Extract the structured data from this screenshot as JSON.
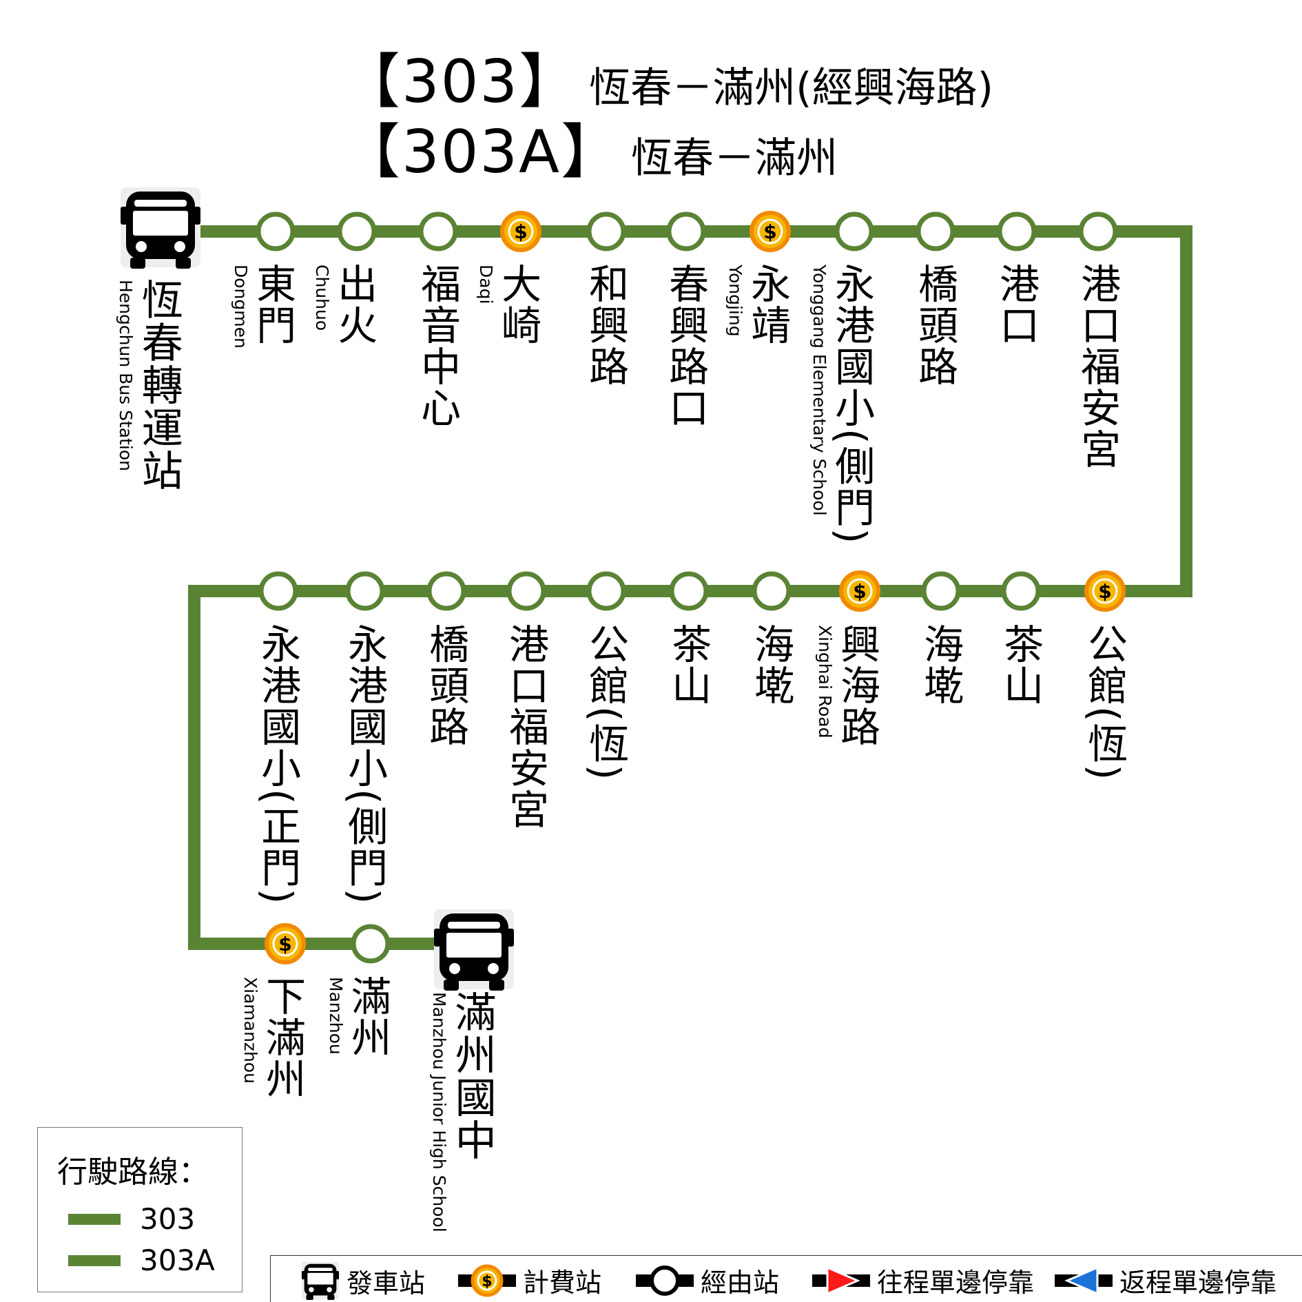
{
  "title": {
    "line1_route": "【303】",
    "line1_name": "恆春－滿州(經興海路)",
    "line2_route": "【303A】",
    "line2_name": "恆春－滿州"
  },
  "colors": {
    "route_line": "#5a8334",
    "fare_stop_fill": "#f7b500",
    "fare_stop_ring": "#f08a00",
    "stop_ring": "#5a8334"
  },
  "row1_stops": [
    {
      "zh": "恆春轉運站",
      "en": "Hengchun Bus Station",
      "type": "terminal"
    },
    {
      "zh": "東門",
      "en": "Dongmen",
      "type": "stop"
    },
    {
      "zh": "出火",
      "en": "Chuhuo",
      "type": "stop"
    },
    {
      "zh": "福音中心",
      "en": "",
      "type": "stop"
    },
    {
      "zh": "大崎",
      "en": "Daqi",
      "type": "fare"
    },
    {
      "zh": "和興路",
      "en": "",
      "type": "stop"
    },
    {
      "zh": "春興路口",
      "en": "",
      "type": "stop"
    },
    {
      "zh": "永靖",
      "en": "Yongjing",
      "type": "fare"
    },
    {
      "zh": "永港國小(側門)",
      "en": "Yonggang Elementary School",
      "type": "stop"
    },
    {
      "zh": "橋頭路",
      "en": "",
      "type": "stop"
    },
    {
      "zh": "港口",
      "en": "",
      "type": "stop"
    },
    {
      "zh": "港口福安宮",
      "en": "",
      "type": "stop"
    }
  ],
  "row2_stops": [
    {
      "zh": "永港國小(正門)",
      "en": "",
      "type": "stop"
    },
    {
      "zh": "永港國小(側門)",
      "en": "",
      "type": "stop"
    },
    {
      "zh": "橋頭路",
      "en": "",
      "type": "stop"
    },
    {
      "zh": "港口福安宮",
      "en": "",
      "type": "stop"
    },
    {
      "zh": "公館(恆)",
      "en": "",
      "type": "stop"
    },
    {
      "zh": "茶山",
      "en": "",
      "type": "stop"
    },
    {
      "zh": "海墘",
      "en": "",
      "type": "stop"
    },
    {
      "zh": "興海路",
      "en": "Xinghai Road",
      "type": "fare"
    },
    {
      "zh": "海墘",
      "en": "",
      "type": "stop"
    },
    {
      "zh": "茶山",
      "en": "",
      "type": "stop"
    },
    {
      "zh": "公館(恆)",
      "en": "",
      "type": "fare"
    }
  ],
  "row3_stops": [
    {
      "zh": "下滿州",
      "en": "Xiamanzhou",
      "type": "fare"
    },
    {
      "zh": "滿州",
      "en": "Manzhou",
      "type": "stop"
    },
    {
      "zh": "滿州國中",
      "en": "Manzhou Junior High School",
      "type": "terminal"
    }
  ],
  "fare_symbol": "$",
  "legend": {
    "title": "行駛路線：",
    "items": [
      "303",
      "303A"
    ]
  },
  "key": {
    "terminal": "發車站",
    "fare": "計費站",
    "stop": "經由站",
    "outbound": "往程單邊停靠",
    "inbound": "返程單邊停靠"
  }
}
